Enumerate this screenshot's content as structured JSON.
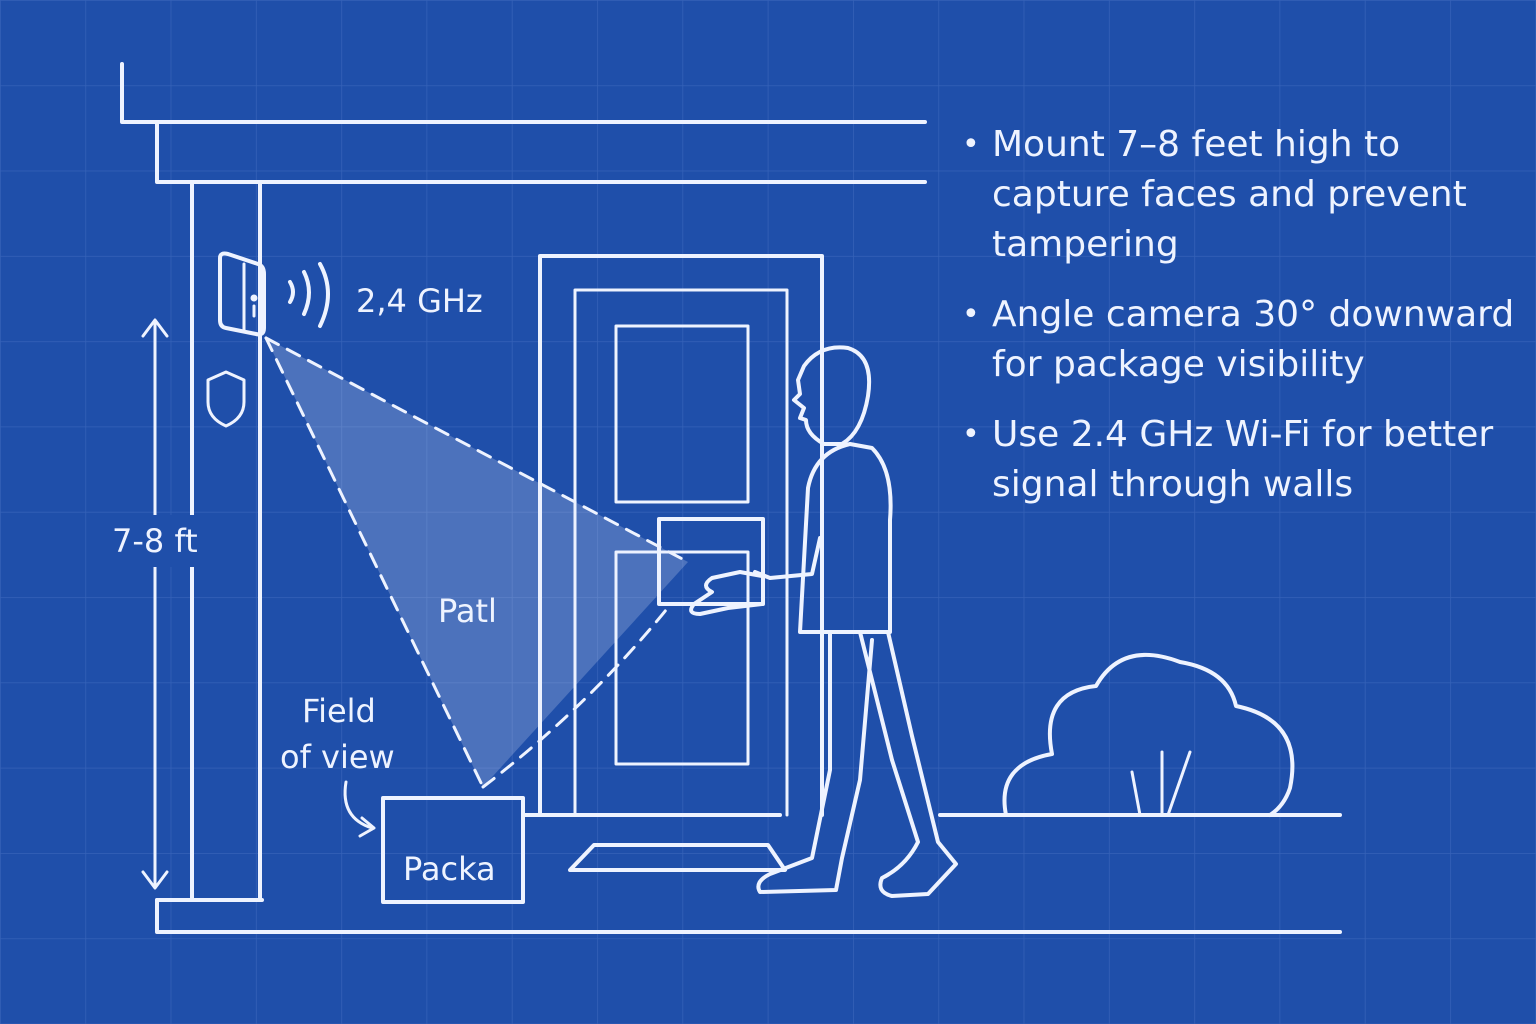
{
  "labels": {
    "wifi_band": "2,4 GHz",
    "height": "7-8 ft",
    "path": "Patl",
    "fov_line1": "Field",
    "fov_line2": "of view",
    "package": "Packa"
  },
  "tips": [
    {
      "text": "Mount 7–8 feet high to capture faces and prevent tampering"
    },
    {
      "text": "Angle camera 30° downward for package visibility"
    },
    {
      "text": "Use 2.4 GHz Wi-Fi for better signal through walls"
    }
  ],
  "icons": {
    "camera": "doorbell-camera-icon",
    "wifi": "wifi-signal-icon",
    "shield": "shield-icon"
  },
  "colors": {
    "background": "#1f4faa",
    "line": "#eef3ff",
    "grid": "#3562b8"
  }
}
